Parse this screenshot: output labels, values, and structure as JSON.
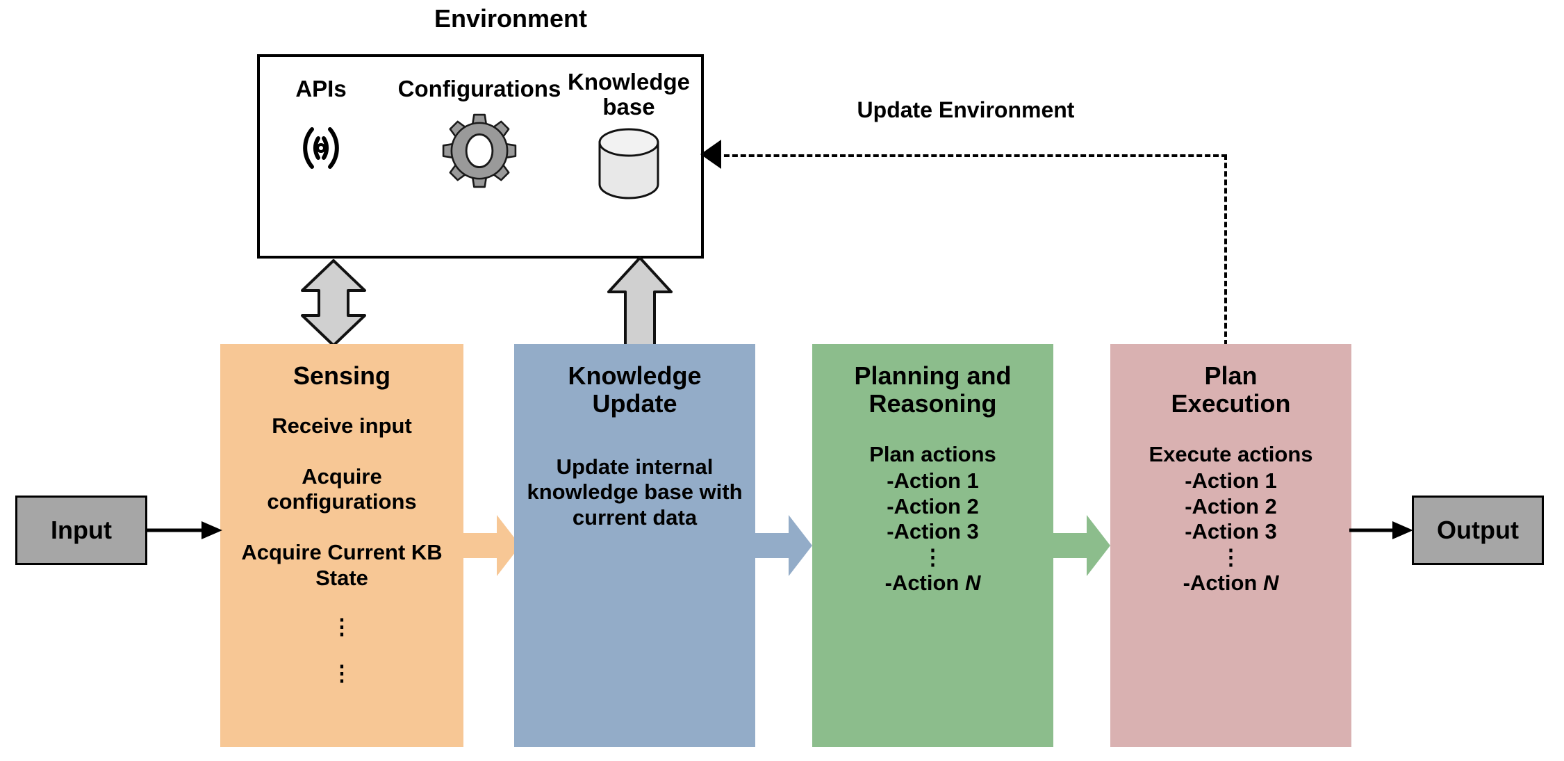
{
  "environment": {
    "title": "Environment",
    "items": [
      {
        "label": "APIs",
        "icon": "wireless-signal-icon"
      },
      {
        "label": "Configurations",
        "icon": "gear-icon"
      },
      {
        "label": "Knowledge\nbase",
        "label_line1": "Knowledge",
        "label_line2": "base",
        "icon": "database-cylinder-icon"
      }
    ]
  },
  "feedback": {
    "label": "Update Environment",
    "style": "dashed",
    "direction": "right-to-left"
  },
  "io": {
    "input_label": "Input",
    "output_label": "Output"
  },
  "stages": [
    {
      "id": "sensing",
      "title": "Sensing",
      "color": "#F7C795",
      "body": [
        "Receive input",
        "Acquire configurations",
        "Acquire Current KB State"
      ],
      "dots": [
        "⋮",
        "⋮"
      ],
      "dots_text": "⋮"
    },
    {
      "id": "knowledge-update",
      "title_line1": "Knowledge",
      "title_line2": "Update",
      "title": "Knowledge Update",
      "color": "#93ACC8",
      "body": [
        "Update internal knowledge base with current data"
      ]
    },
    {
      "id": "planning-and-reasoning",
      "title_line1": "Planning and",
      "title_line2": "Reasoning",
      "title": "Planning and Reasoning",
      "color": "#8CBD8C",
      "body_heading": "Plan actions",
      "actions": [
        "-Action 1",
        "-Action 2",
        "-Action 3"
      ],
      "ellipsis": "⋮",
      "action_last_prefix": "-Action ",
      "action_last_symbol": "N"
    },
    {
      "id": "plan-execution",
      "title_line1": "Plan",
      "title_line2": "Execution",
      "title": "Plan Execution",
      "color": "#D9B1B1",
      "body_heading": "Execute actions",
      "actions": [
        "-Action 1",
        "-Action 2",
        "-Action 3"
      ],
      "ellipsis": "⋮",
      "action_last_prefix": "-Action ",
      "action_last_symbol": "N"
    }
  ],
  "connectors": {
    "env_to_sensing": "bidirectional-gray-arrow",
    "knowledge_to_env": "up-gray-arrow",
    "sensing_to_knowledge": "orange-block-arrow",
    "knowledge_to_planning": "blue-block-arrow",
    "planning_to_execution": "green-block-arrow",
    "input_to_sensing": "black-line-arrow",
    "execution_to_output": "black-line-arrow"
  },
  "colors": {
    "sensing": "#F7C795",
    "knowledge": "#93ACC8",
    "planning": "#8CBD8C",
    "execution": "#D9B1B1",
    "io_box": "#A6A6A6",
    "gray_connector": "#D0D0D0",
    "outline": "#000000"
  }
}
